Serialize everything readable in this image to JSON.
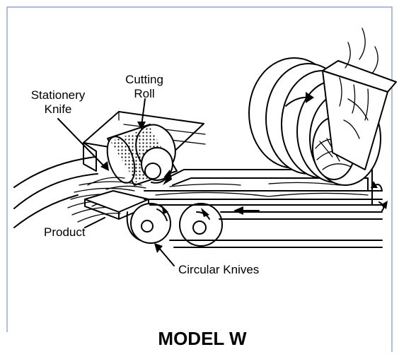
{
  "labels": {
    "cutting_roll_line1": "Cutting",
    "cutting_roll_line2": "Roll",
    "stationery_knife_line1": "Stationery",
    "stationery_knife_line2": "Knife",
    "product": "Product",
    "circular_knives": "Circular Knives"
  },
  "title": "MODEL W",
  "colors": {
    "frame": "#7b93c4",
    "ink": "#000000"
  }
}
